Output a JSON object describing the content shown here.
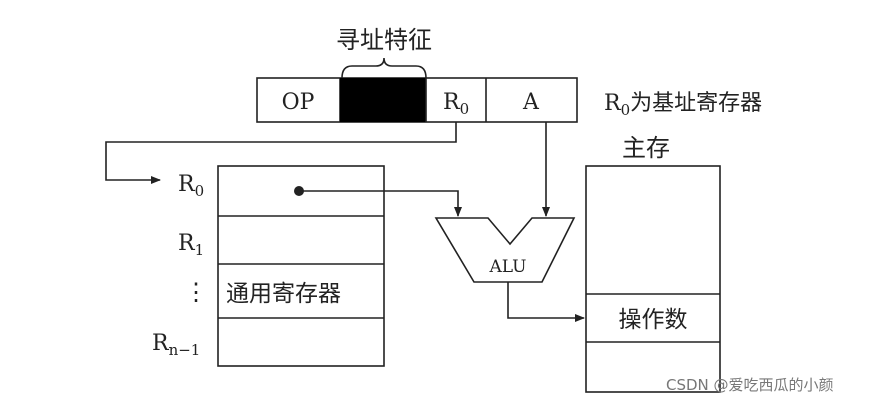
{
  "title": "寻址特征",
  "instruction": {
    "op": "OP",
    "reg_main": "R",
    "reg_sub": "0",
    "addr": "A"
  },
  "base_note": {
    "main": "R",
    "sub": "0",
    "text": "为基址寄存器"
  },
  "registers": {
    "r0": {
      "main": "R",
      "sub": "0"
    },
    "r1": {
      "main": "R",
      "sub": "1"
    },
    "dots": "⋮",
    "rn": {
      "main": "R",
      "sub": "n−1"
    },
    "label": "通用寄存器"
  },
  "alu": "ALU",
  "memory": {
    "title": "主存",
    "operand": "操作数"
  },
  "watermark": "CSDN @爱吃西瓜的小颜",
  "colors": {
    "line": "#222222",
    "fill_black": "#000000",
    "watermark": "#777777"
  }
}
